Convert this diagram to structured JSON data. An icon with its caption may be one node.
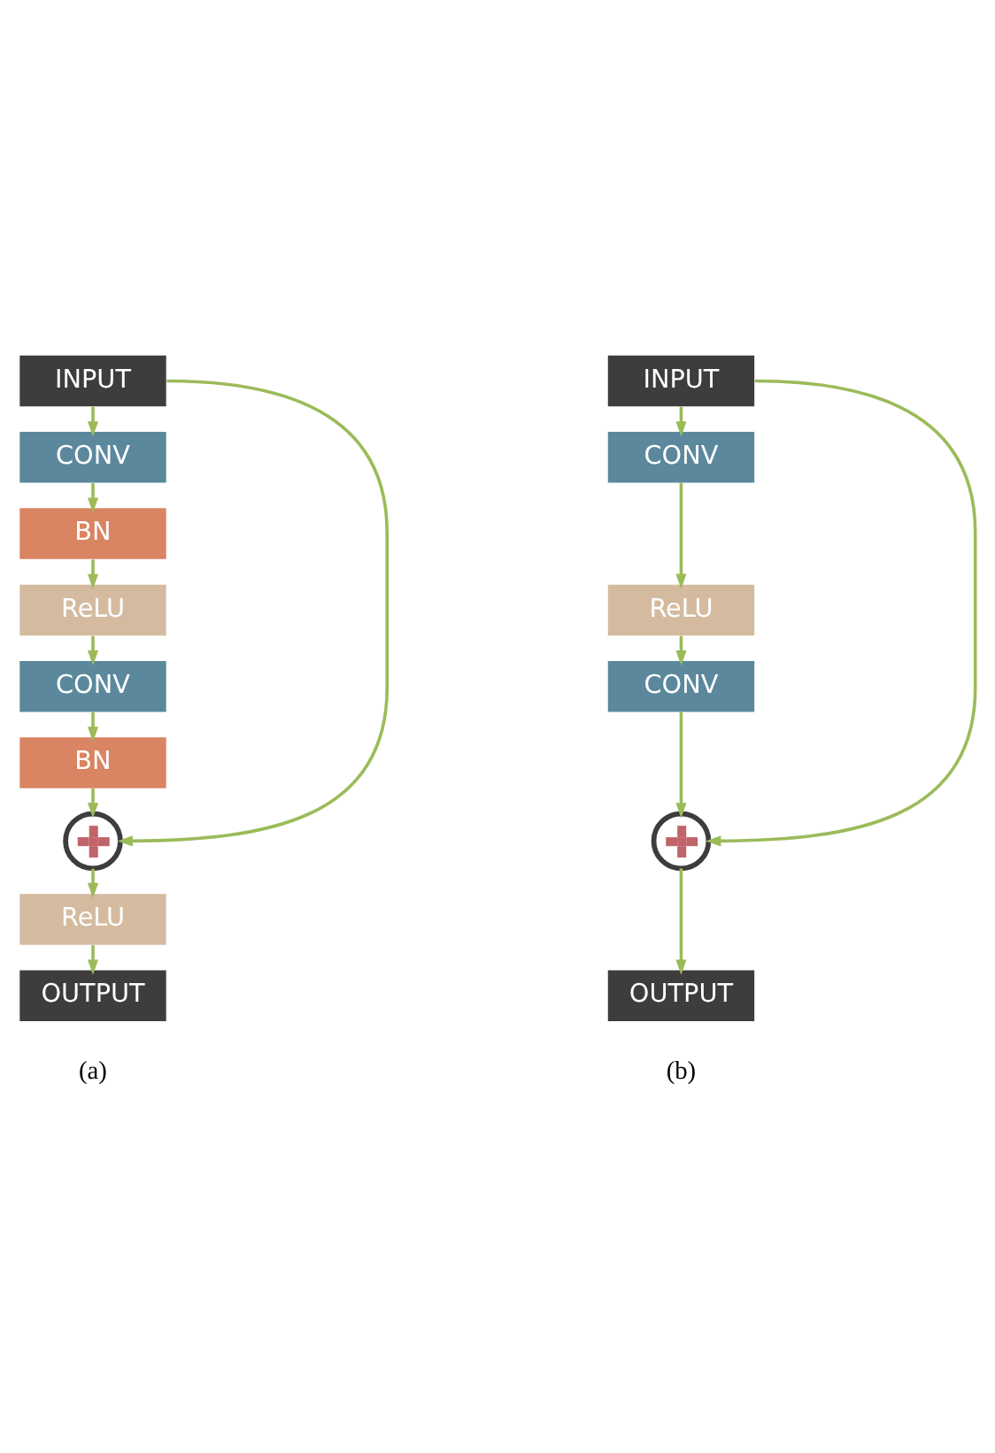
{
  "diagram": {
    "nodes": [
      {
        "text": [
          "INPUT"
        ]
      },
      {
        "text": [
          "CONV"
        ]
      },
      {
        "text": [
          "BN"
        ]
      },
      {
        "text": [
          "ReLU"
        ]
      },
      {
        "text": [
          "CONV"
        ]
      },
      {
        "text": [
          "BN"
        ]
      },
      {
        "text": [],
        "shape": "circle"
      },
      {
        "text": [
          "ReLU"
        ]
      },
      {
        "text": [
          "OUTPUT"
        ]
      },
      {
        "text": [
          "INPUT"
        ]
      },
      {
        "text": [
          "CONV"
        ]
      },
      {
        "text": [
          "ReLU"
        ]
      },
      {
        "text": [
          "CONV"
        ]
      },
      {
        "text": [],
        "shape": "circle"
      },
      {
        "text": [
          "OUTPUT"
        ]
      }
    ],
    "edges": [
      {
        "from": 0,
        "to": 1,
        "arrow": "to"
      },
      {
        "from": 1,
        "to": 2,
        "arrow": "to"
      },
      {
        "from": 2,
        "to": 3,
        "arrow": "to"
      },
      {
        "from": 3,
        "to": 4,
        "arrow": "to"
      },
      {
        "from": 4,
        "to": 5,
        "arrow": "to"
      },
      {
        "from": 5,
        "to": 6,
        "arrow": "to"
      },
      {
        "from": 0,
        "to": 6,
        "arrow": "to"
      },
      {
        "from": 6,
        "to": 7,
        "arrow": "to"
      },
      {
        "from": 7,
        "to": 8,
        "arrow": "to"
      },
      {
        "from": 9,
        "to": 10,
        "arrow": "to"
      },
      {
        "from": 10,
        "to": 11,
        "arrow": "to"
      },
      {
        "from": 11,
        "to": 12,
        "arrow": "to"
      },
      {
        "from": 12,
        "to": 13,
        "arrow": "to"
      },
      {
        "from": 9,
        "to": 13,
        "arrow": "to"
      },
      {
        "from": 13,
        "to": 14,
        "arrow": "to"
      }
    ],
    "labels": [
      "(a)",
      "(b)"
    ]
  }
}
